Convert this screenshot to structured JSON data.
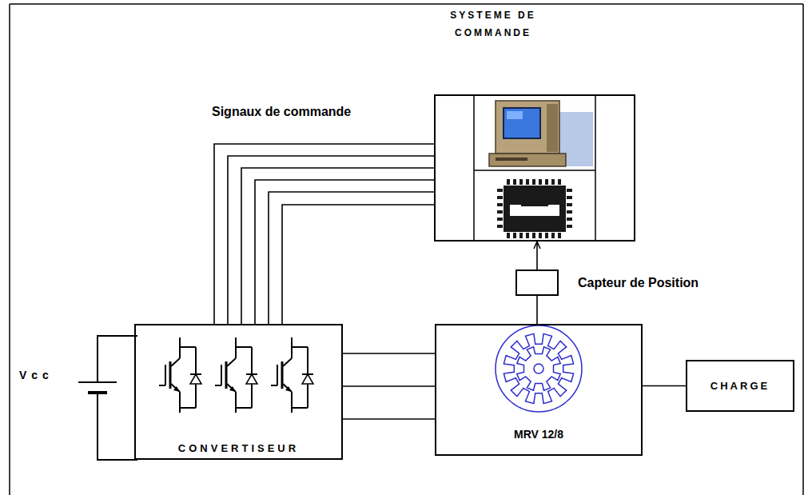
{
  "diagram": {
    "nodes": [
      {
        "text": [
          "SYSTEME DE COMMANDE"
        ]
      },
      {
        "text": [
          "Capteur de Position"
        ]
      },
      {
        "text": [
          "CONVERTISEUR"
        ]
      },
      {
        "text": [
          "MRV 12/8"
        ]
      },
      {
        "text": [
          "CHARGE"
        ]
      }
    ],
    "edges": [
      {
        "from": 0,
        "to": 2,
        "arrow": "none"
      },
      {
        "from": 0,
        "to": 2,
        "arrow": "none"
      },
      {
        "from": 0,
        "to": 2,
        "arrow": "none"
      },
      {
        "from": 0,
        "to": 2,
        "arrow": "none"
      },
      {
        "from": 0,
        "to": 2,
        "arrow": "none"
      },
      {
        "from": 0,
        "to": 2,
        "arrow": "none"
      },
      {
        "from": 2,
        "to": 3,
        "arrow": "none"
      },
      {
        "from": 2,
        "to": 3,
        "arrow": "none"
      },
      {
        "from": 2,
        "to": 3,
        "arrow": "none"
      },
      {
        "from": 1,
        "to": 0,
        "arrow": "to"
      },
      {
        "from": 3,
        "to": 1,
        "arrow": "none"
      },
      {
        "from": 3,
        "to": 4,
        "arrow": "none"
      }
    ],
    "labels": [
      "Signaux de commande",
      "Vcc"
    ]
  }
}
